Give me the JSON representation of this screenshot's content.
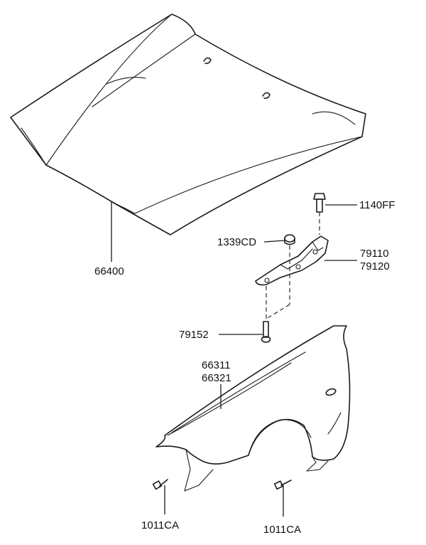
{
  "parts": {
    "hood": "66400",
    "hood_bolt": "1140FF",
    "nut": "1339CD",
    "hinge_lh": "79110",
    "hinge_rh": "79120",
    "hinge_bolt": "79152",
    "fender_lh": "66311",
    "fender_rh": "66321",
    "screw_left": "1011CA",
    "screw_right": "1011CA"
  },
  "colors": {
    "line": "#1a1a1a",
    "background": "#ffffff"
  }
}
